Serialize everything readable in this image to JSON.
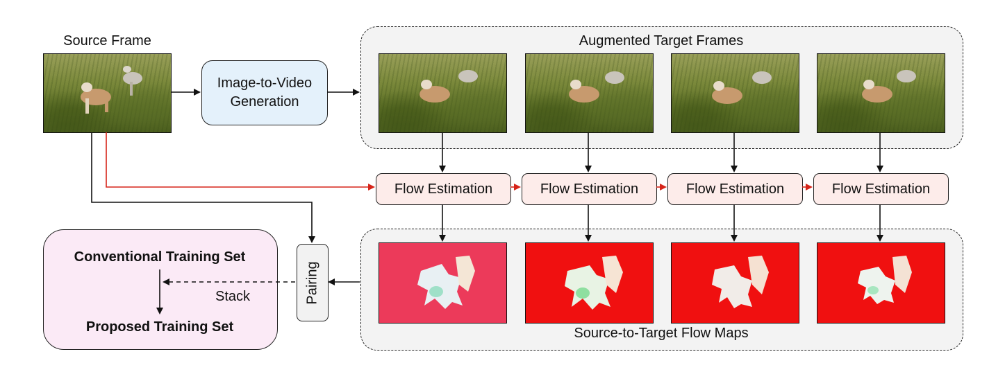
{
  "source_frame": {
    "label": "Source Frame"
  },
  "generator": {
    "label_line1": "Image-to-Video",
    "label_line2": "Generation"
  },
  "augmented": {
    "label": "Augmented Target Frames",
    "frame_count": 4
  },
  "flow_estimation": {
    "labels": [
      "Flow Estimation",
      "Flow Estimation",
      "Flow Estimation",
      "Flow Estimation"
    ]
  },
  "flow_maps": {
    "label": "Source-to-Target Flow Maps"
  },
  "pairing": {
    "label": "Pairing"
  },
  "training": {
    "conventional": "Conventional Training Set",
    "proposed": "Proposed Training Set",
    "stack_label": "Stack"
  },
  "colors": {
    "red_arrow": "#d62419",
    "flow_red": "#f01010",
    "flow_pink": "#ec3a5a"
  }
}
